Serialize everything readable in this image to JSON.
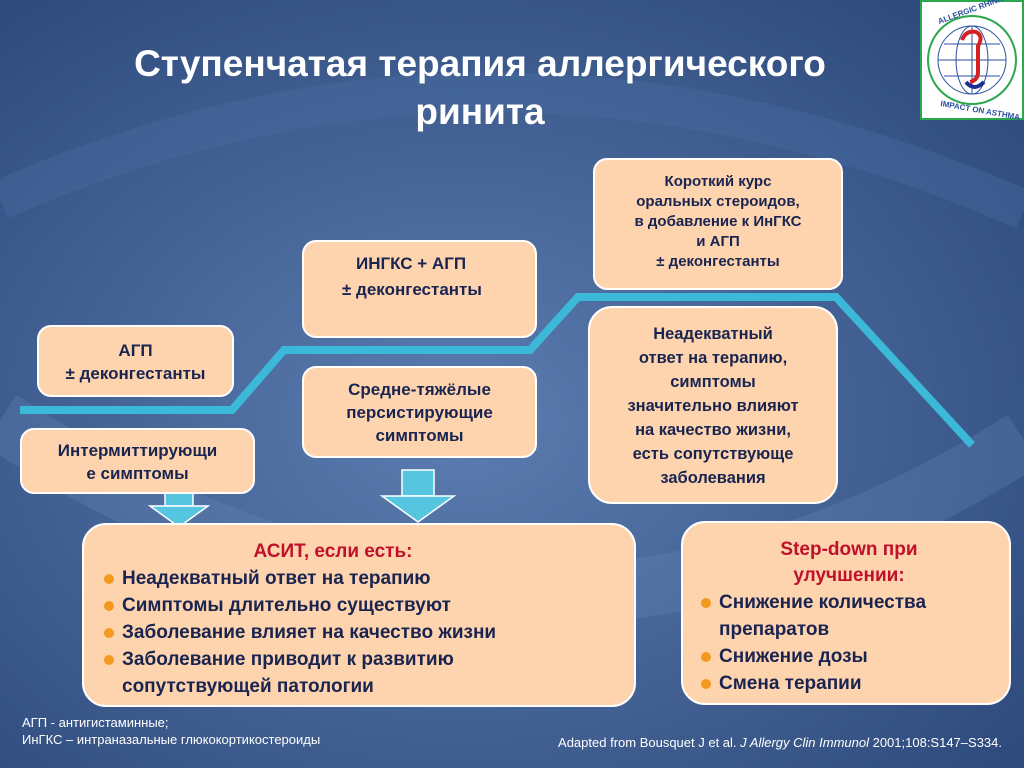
{
  "title_line1": "Ступенчатая терапия аллергического",
  "title_line2": "ринита",
  "steps": {
    "agp": {
      "line1": "АГП",
      "line2": "± деконгестанты"
    },
    "intermittent": {
      "line1": "Интермиттирующи",
      "line2": "е симптомы"
    },
    "ingks": {
      "line1": "ИНГКС + АГП",
      "line2": "± деконгестанты"
    },
    "moderate": {
      "line1": "Средне-тяжёлые",
      "line2": "персистирующие",
      "line3": "симптомы"
    },
    "steroids": {
      "line1": "Короткий курс",
      "line2": "оральных стероидов,",
      "line3": "в добавление к ИнГКС",
      "line4": "и АГП",
      "line5": "± деконгестанты"
    },
    "inadequate": {
      "line1": "Неадекватный",
      "line2": "ответ на терапию,",
      "line3": "симптомы",
      "line4": "значительно влияют",
      "line5": "на качество жизни,",
      "line6": "есть сопутствующе",
      "line7": "заболевания"
    }
  },
  "asit": {
    "heading": "АСИТ, если есть:",
    "items": [
      "Неадекватный ответ на терапию",
      "Симптомы длительно существуют",
      "Заболевание влияет на качество жизни",
      "Заболевание приводит к развитию"
    ],
    "item4_cont": "сопутствующей патологии"
  },
  "stepdown": {
    "heading1": "Step-down при",
    "heading2": "улучшении:",
    "item1a": "Снижение количества",
    "item1b": "препаратов",
    "item2": "Снижение дозы",
    "item3": "Смена терапии"
  },
  "footnote": {
    "line1": "АГП - антигистаминные;",
    "line2": "ИнГКС – интраназальные глюкокортикостероиды"
  },
  "source": {
    "prefix": "Adapted from Bousquet J et al. ",
    "journal": "J Allergy Clin Immunol",
    "suffix": " 2001;108:S147–S334."
  },
  "logo": {
    "top_text": "ALLERGIC RHINITIS",
    "bottom_text": "IMPACT ON ASTHMA"
  },
  "colors": {
    "background": "#3f5f93",
    "box": "#fdd4ae",
    "stair_line": "#3cb8d8",
    "bullet": "#f39a1e",
    "heading_red": "#c0102a"
  }
}
